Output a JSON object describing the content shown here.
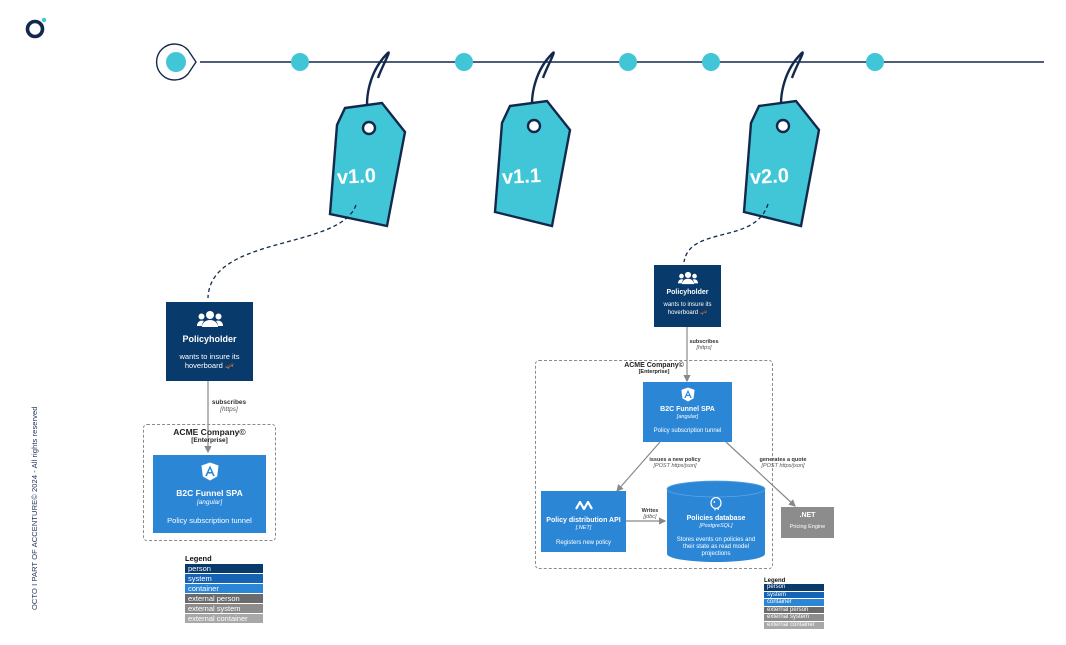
{
  "side_text": "OCTO I PART OF ACCENTURE© 2024 - All rights reserved",
  "tags": [
    "v1.0",
    "v1.1",
    "v2.0"
  ],
  "icons": {
    "logo": "octo-logo-icon",
    "person": "users-icon",
    "angular": "angular-icon",
    "dotnet": "dotnet-icon",
    "postgres": "postgres-icon"
  },
  "colors": {
    "timeline_line": "#13294b",
    "timeline_dot": "#41c6d8",
    "tag": "#41c6d8",
    "person": "#083a6b",
    "container": "#2c86d6",
    "external": "#8c8c8c"
  },
  "v1": {
    "person": {
      "title": "Policyholder",
      "desc_line1": "wants to insure its",
      "desc_line2": "hoverboard 🛹"
    },
    "relation": {
      "label": "subscribes",
      "tech": "[https]"
    },
    "boundary": {
      "title": "ACME Company©",
      "subtitle": "[Enterprise]"
    },
    "spa": {
      "title": "B2C Funnel SPA",
      "tech": "[angular]",
      "desc": "Policy subscription tunnel"
    }
  },
  "v2": {
    "person": {
      "title": "Policyholder",
      "desc_line1": "wants to insure its",
      "desc_line2": "hoverboard 🛹"
    },
    "relation": {
      "label": "subscribes",
      "tech": "[https]"
    },
    "boundary": {
      "title": "ACME Company©",
      "subtitle": "[Enterprise]"
    },
    "spa": {
      "title": "B2C Funnel SPA",
      "tech": "[angular]",
      "desc": "Policy subscription tunnel"
    },
    "rel_issue": {
      "label": "issues a new policy",
      "tech": "[POST https/json]"
    },
    "rel_quote": {
      "label": "generates a quote",
      "tech": "[POST https/json]"
    },
    "rel_writes": {
      "label": "Writes",
      "tech": "[jdbc]"
    },
    "api": {
      "title": "Policy distribution API",
      "tech": "[.NET]",
      "desc": "Registers new policy"
    },
    "db": {
      "title": "Policies database",
      "tech": "[PostgreSQL]",
      "desc_line1": "Stores events on policies and",
      "desc_line2": "their state as read model",
      "desc_line3": "projections"
    },
    "ext": {
      "title": ".NET",
      "desc": "Pricing Engine"
    }
  },
  "legend": {
    "title": "Legend",
    "items": [
      {
        "label": "person",
        "color": "#083a6b"
      },
      {
        "label": "system",
        "color": "#1663b3"
      },
      {
        "label": "container",
        "color": "#2c86d6"
      },
      {
        "label": "external person",
        "color": "#6b6b6b"
      },
      {
        "label": "external system",
        "color": "#8c8c8c"
      },
      {
        "label": "external container",
        "color": "#a8a8a8"
      }
    ]
  }
}
